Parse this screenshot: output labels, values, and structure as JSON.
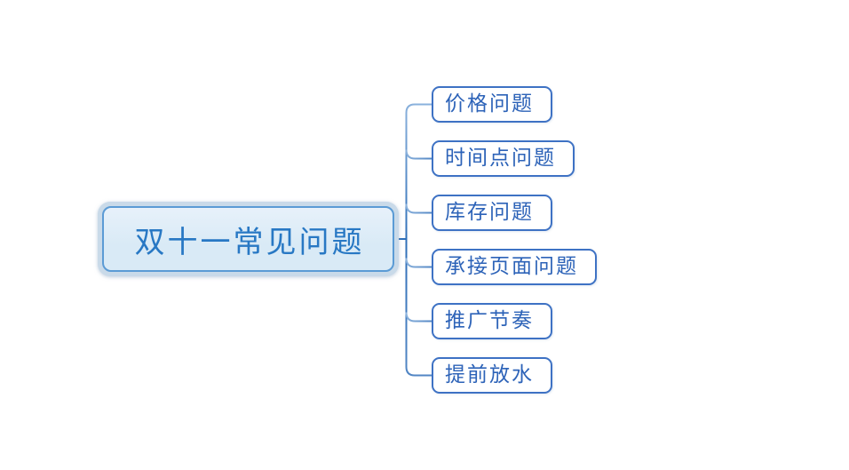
{
  "diagram": {
    "type": "mindmap",
    "root": {
      "label": "双十一常见问题"
    },
    "children": [
      {
        "label": "价格问题"
      },
      {
        "label": "时间点问题"
      },
      {
        "label": "库存问题"
      },
      {
        "label": "承接页面问题"
      },
      {
        "label": "推广节奏"
      },
      {
        "label": "提前放水"
      }
    ]
  },
  "theme": {
    "background": "#ffffff",
    "root_fill": "#d9eaf6",
    "root_fill_top": "#e7f1fa",
    "root_border": "#5b9bd5",
    "root_halo": "#c9dae9",
    "root_text": "#2878c4",
    "child_border": "#3e72c4",
    "child_text": "#2d63b8",
    "connector_dark": "#2f6fb8",
    "connector_mid": "#5286c4",
    "connector_light": "#8ab1dc"
  }
}
